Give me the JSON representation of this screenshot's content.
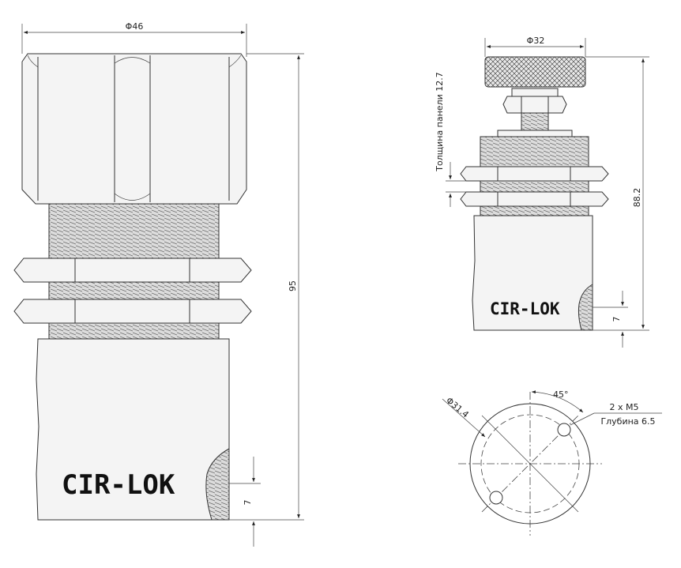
{
  "brand": {
    "logo": "CIR-LOK"
  },
  "left_view": {
    "width_dim": "Φ46",
    "height_dim": "95",
    "port_dim": "7"
  },
  "right_view": {
    "knob_dim": "Φ32",
    "height_dim": "88.2",
    "port_dim": "7",
    "panel_label": "Толщина панели 12.7"
  },
  "bottom_view": {
    "circle_dim": "Φ31.4",
    "angle_dim": "45°",
    "hole_spec_line1": "2 x M5",
    "hole_spec_line2": "Глубина 6.5"
  }
}
